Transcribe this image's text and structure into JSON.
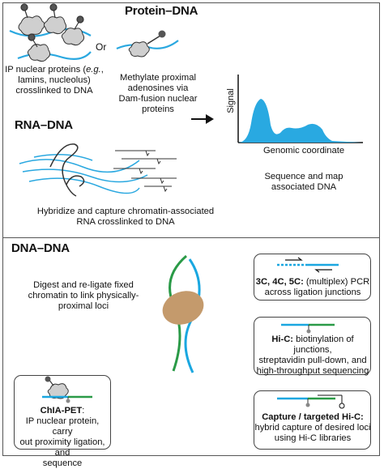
{
  "protein_dna": {
    "title": "Protein–DNA",
    "or": "Or",
    "ip_text_1": "IP nuclear proteins (",
    "ip_text_eg": "e.g.",
    "ip_text_2": ",",
    "ip_text_3": "lamins, nucleolus)",
    "ip_text_4": "crosslinked to DNA",
    "dam_text_1": "Methylate proximal",
    "dam_text_2": "adenosines via",
    "dam_text_3": "Dam-fusion nuclear",
    "dam_text_4": "proteins"
  },
  "rna_dna": {
    "title": "RNA–DNA",
    "text_1": "Hybridize and capture chromatin-associated",
    "text_2": "RNA crosslinked to DNA"
  },
  "plot": {
    "ylabel": "Signal",
    "xlabel": "Genomic coordinate",
    "caption_1": "Sequence and map",
    "caption_2": "associated DNA",
    "colors": {
      "fill": "#29a9e1"
    }
  },
  "dna_dna": {
    "title": "DNA–DNA",
    "digest_1": "Digest and re-ligate fixed",
    "digest_2": "chromatin to link physically-",
    "digest_3": "proximal loci",
    "pcr_bold": "3C, 4C, 5C:",
    "pcr_1": " (multiplex) PCR",
    "pcr_2": "across ligation junctions",
    "hic_bold": "Hi-C:",
    "hic_1": " biotinylation of junctions,",
    "hic_2": "streptavidin pull-down, and",
    "hic_3": "high-throughput sequencing",
    "chia_bold": "ChIA-PET",
    "chia_1": ":",
    "chia_2": "IP nuclear protein, carry",
    "chia_3": "out proximity ligation, and",
    "chia_4": "sequence",
    "capture_bold": "Capture / targeted Hi-C:",
    "capture_1": "hybrid capture of desired loci",
    "capture_2": "using Hi-C libraries",
    "colors": {
      "blue": "#1aa7e0",
      "green": "#2a9a47",
      "nucleus": "#c49a6c"
    }
  }
}
